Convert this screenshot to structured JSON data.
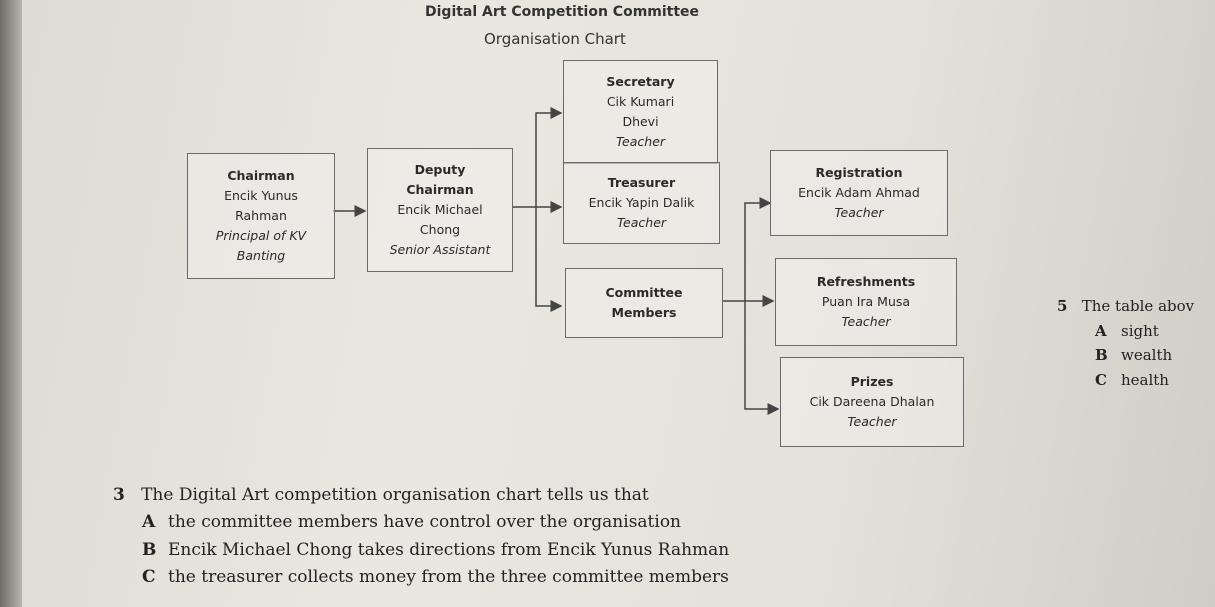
{
  "heading": "Digital Art Competition Committee",
  "chart_title": "Organisation Chart",
  "chairman": {
    "role": "Chairman",
    "name1": "Encik Yunus",
    "name2": "Rahman",
    "title": "Principal of KV",
    "place": "Banting"
  },
  "deputy": {
    "role1": "Deputy",
    "role2": "Chairman",
    "name1": "Encik Michael",
    "name2": "Chong",
    "title": "Senior Assistant"
  },
  "secretary": {
    "role": "Secretary",
    "name1": "Cik Kumari",
    "name2": "Dhevi",
    "title": "Teacher"
  },
  "treasurer": {
    "role": "Treasurer",
    "name": "Encik Yapin Dalik",
    "title": "Teacher"
  },
  "committee": {
    "line1": "Committee",
    "line2": "Members"
  },
  "registration": {
    "role": "Registration",
    "name": "Encik Adam Ahmad",
    "title": "Teacher"
  },
  "refreshments": {
    "role": "Refreshments",
    "name": "Puan Ira Musa",
    "title": "Teacher"
  },
  "prizes": {
    "role": "Prizes",
    "name": "Cik Dareena Dhalan",
    "title": "Teacher"
  },
  "question3": {
    "number": "3",
    "stem": "The Digital Art competition organisation chart tells us that",
    "options": [
      {
        "letter": "A",
        "text": "the committee members have control over the organisation"
      },
      {
        "letter": "B",
        "text": "Encik Michael Chong takes directions from Encik Yunus Rahman"
      },
      {
        "letter": "C",
        "text": "the treasurer collects money from the three committee members"
      }
    ]
  },
  "question5": {
    "number": "5",
    "stem": "The table abov",
    "options": [
      {
        "letter": "A",
        "text": "sight"
      },
      {
        "letter": "B",
        "text": "wealth"
      },
      {
        "letter": "C",
        "text": "health"
      }
    ]
  }
}
